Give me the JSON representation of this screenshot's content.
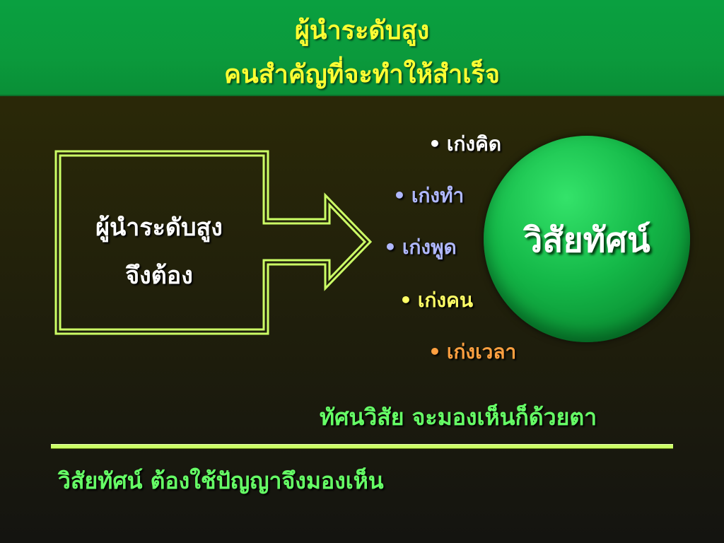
{
  "header": {
    "line1": "ผู้นำระดับสูง",
    "line2": "คนสำคัญที่จะทำให้สำเร็จ"
  },
  "box": {
    "line1": "ผู้นำระดับสูง",
    "line2": "จึงต้อง"
  },
  "bullets": [
    {
      "text": "เก่งคิด",
      "color": "#ffffff"
    },
    {
      "text": "เก่งทำ",
      "color": "#b0b8ff"
    },
    {
      "text": "เก่งพูด",
      "color": "#b0b8ff"
    },
    {
      "text": "เก่งคน",
      "color": "#ffff66"
    },
    {
      "text": "เก่งเวลา",
      "color": "#ffa040"
    }
  ],
  "bullet_symbol": "•",
  "circle": {
    "label": "วิสัยทัศน์"
  },
  "captions": {
    "top": "ทัศนวิสัย จะมองเห็นก็ด้วยตา",
    "bottom": "วิสัยทัศน์ ต้องใช้ปัญญาจึงมองเห็น"
  },
  "colors": {
    "header_bg": "#0aa040",
    "header_text": "#ffff33",
    "arrow_outline": "#ccff66",
    "caption_text": "#66ff66",
    "circle_fill": "#14b848"
  }
}
